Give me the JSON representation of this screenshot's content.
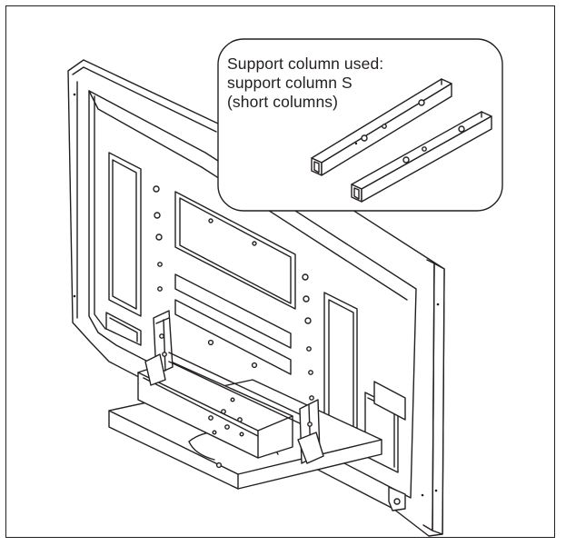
{
  "callout": {
    "line1": "Support column used:",
    "line2": "support column S",
    "line3": "(short columns)"
  },
  "colors": {
    "line": "#231f20",
    "fill": "#ffffff",
    "frame": "#231f20"
  },
  "icons": {
    "tv": "plasma-tv-rear-view-illustration",
    "stand": "tv-stand-base-illustration",
    "columns": "support-column-s-illustration"
  }
}
